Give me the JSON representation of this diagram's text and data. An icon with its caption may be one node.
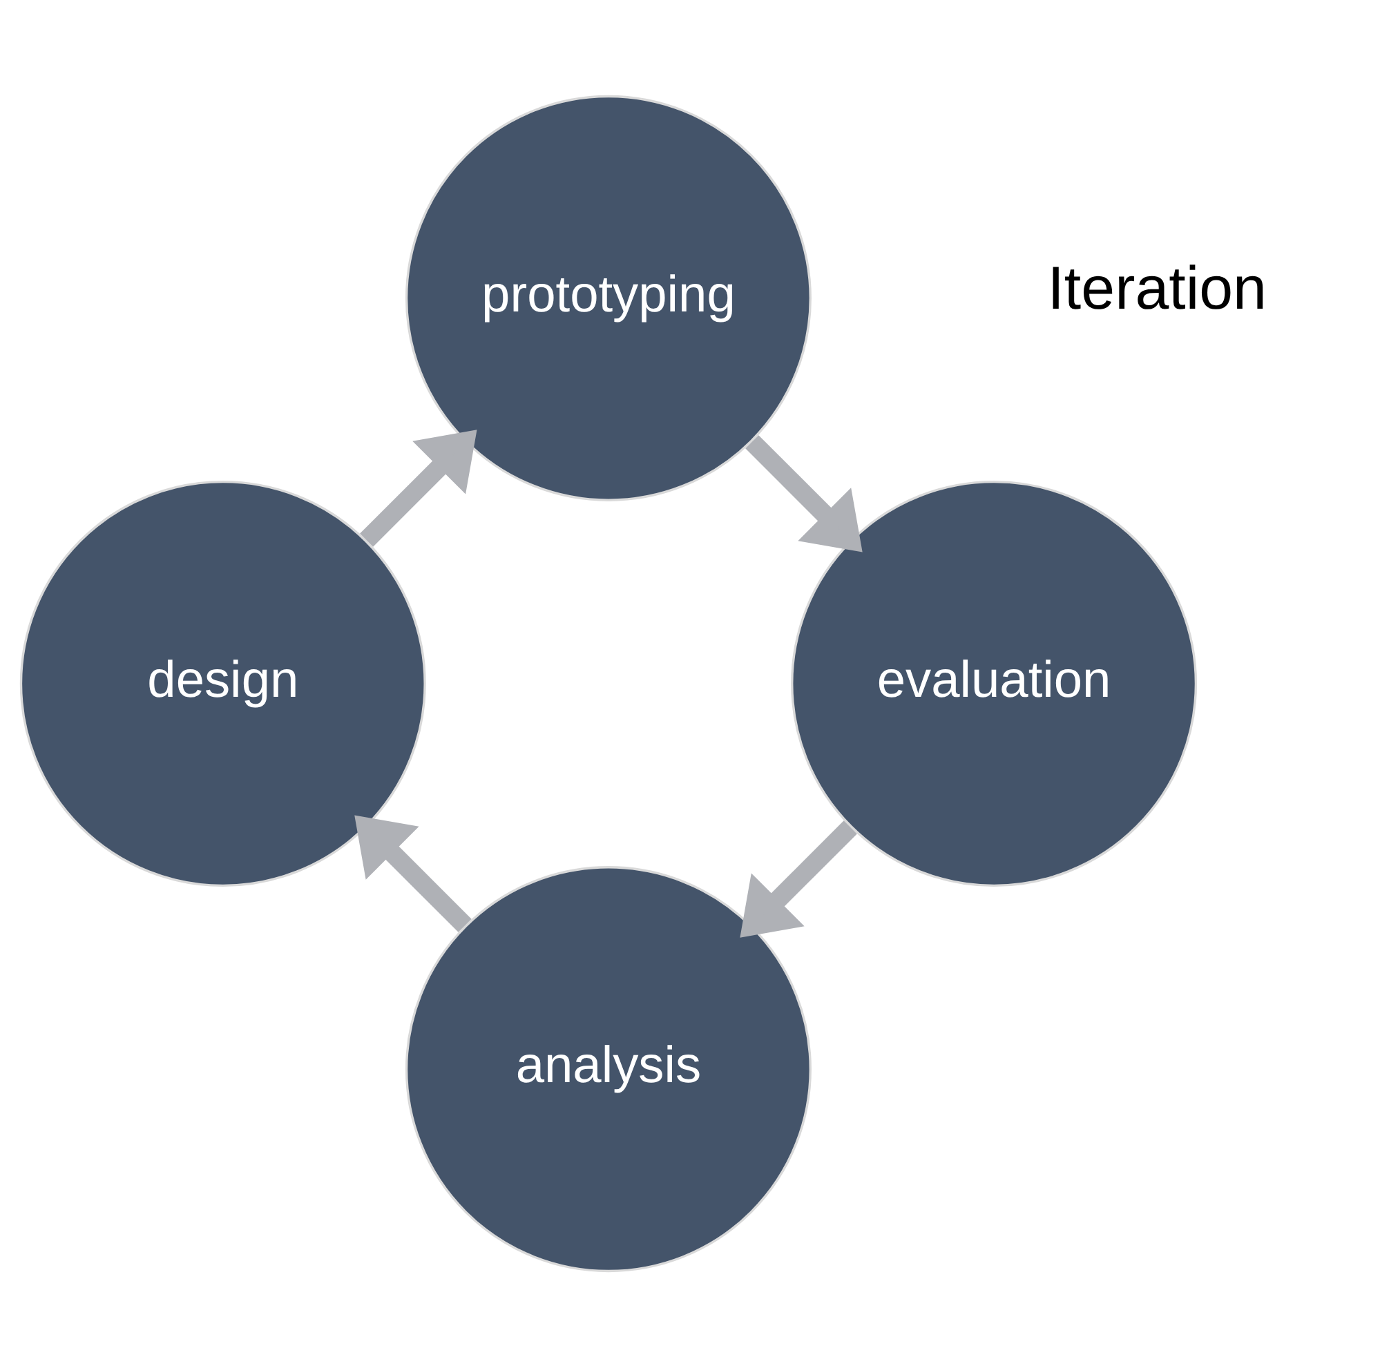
{
  "diagram": {
    "nodes": [
      {
        "text": [
          "analysis"
        ]
      },
      {
        "text": [
          "design"
        ]
      },
      {
        "text": [
          "prototyping"
        ]
      },
      {
        "text": [
          "evaluation"
        ]
      }
    ],
    "edges": [
      {
        "from": 0,
        "to": 1,
        "arrow": "to"
      },
      {
        "from": 1,
        "to": 2,
        "arrow": "to"
      },
      {
        "from": 2,
        "to": 3,
        "arrow": "to"
      },
      {
        "from": 3,
        "to": 0,
        "arrow": "to"
      }
    ],
    "labels": [
      "Iteration"
    ]
  }
}
